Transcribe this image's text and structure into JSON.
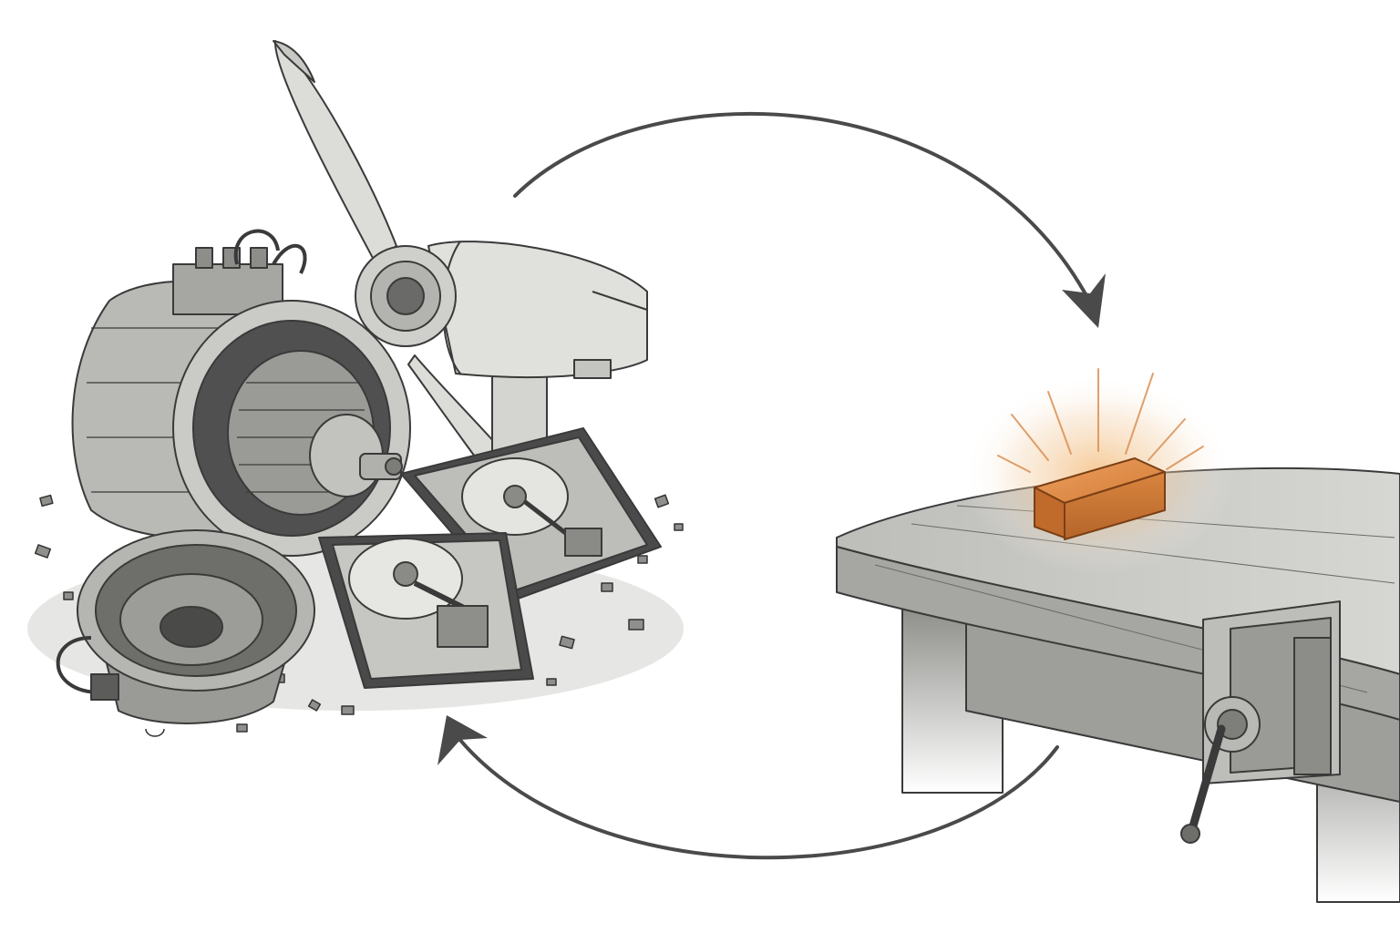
{
  "colors": {
    "ink": "#3a3a3a",
    "metal_light": "#d9d9d6",
    "metal_mid": "#a9a9a6",
    "metal_dark": "#6e6e6c",
    "wood": "#c9c9c5",
    "wood_dark": "#8f8f8b",
    "ingot": "#d9853f",
    "ingot_dark": "#a85a22",
    "glow": "#f0b070"
  },
  "scene": {
    "left_cluster": [
      "electric-motor",
      "wind-turbine-nacelle",
      "hard-disk-drive",
      "hard-disk-drive",
      "loudspeaker",
      "scrap-fragments"
    ],
    "right_cluster": [
      "workbench",
      "bench-vise",
      "glowing-metal-ingot"
    ],
    "cycle_arrows": [
      "arrow-top-to-ingot",
      "arrow-bottom-to-scrap"
    ]
  }
}
